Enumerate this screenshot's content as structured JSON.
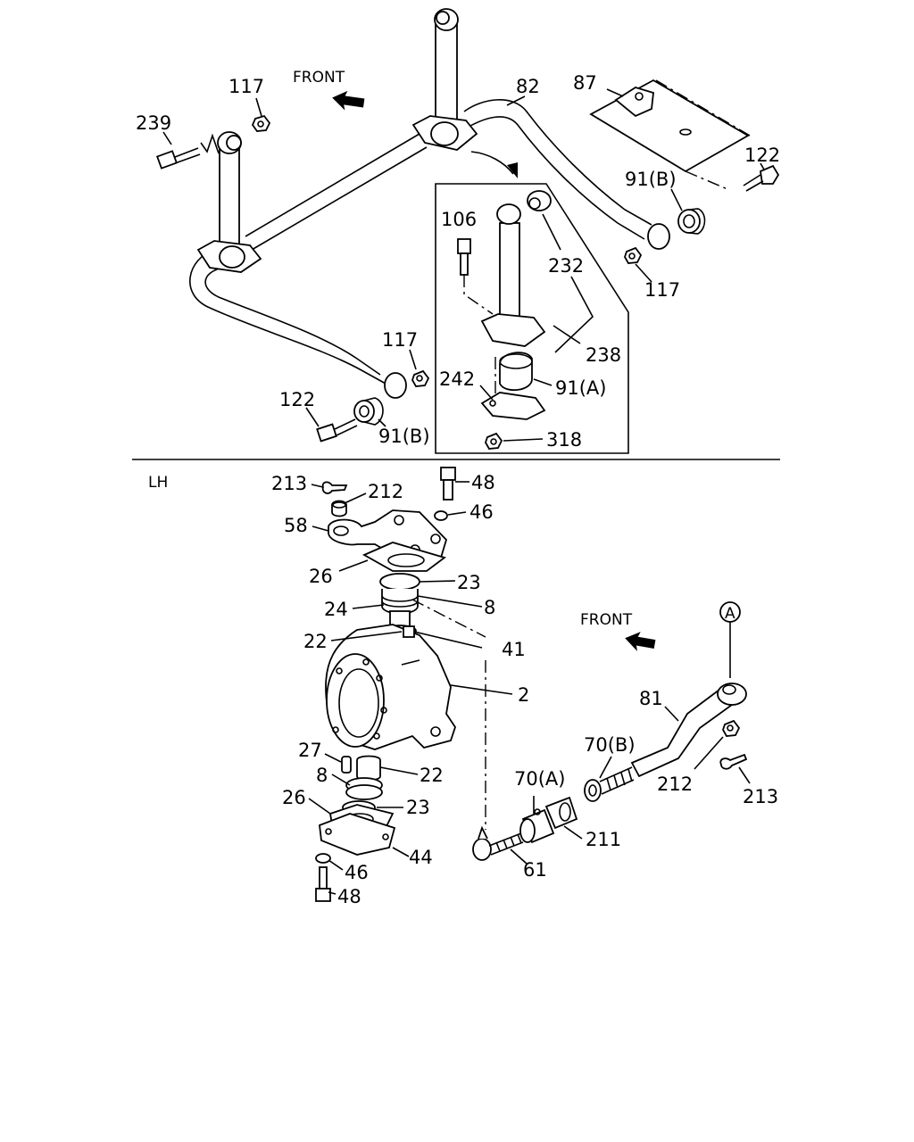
{
  "front_label": "FRONT",
  "side_label": "LH",
  "callout_a": "A",
  "top": {
    "labels": {
      "p117a": "117",
      "p239": "239",
      "p82": "82",
      "p87": "87",
      "p122a": "122",
      "p91b_a": "91(B)",
      "p117b": "117",
      "p106": "106",
      "p232": "232",
      "p238": "238",
      "p117c": "117",
      "p242": "242",
      "p91a": "91(A)",
      "p122b": "122",
      "p91b_b": "91(B)",
      "p318": "318"
    }
  },
  "bottom": {
    "labels": {
      "p213a": "213",
      "p212a": "212",
      "p48a": "48",
      "p46a": "46",
      "p58": "58",
      "p26a": "26",
      "p23a": "23",
      "p24": "24",
      "p8a": "8",
      "p22a": "22",
      "p41": "41",
      "p2": "2",
      "p27": "27",
      "p8b": "8",
      "p22b": "22",
      "p26b": "26",
      "p23b": "23",
      "p44": "44",
      "p46b": "46",
      "p48b": "48",
      "p81": "81",
      "p70b": "70(B)",
      "p70a": "70(A)",
      "p212b": "212",
      "p213b": "213",
      "p211": "211",
      "p61": "61"
    }
  }
}
